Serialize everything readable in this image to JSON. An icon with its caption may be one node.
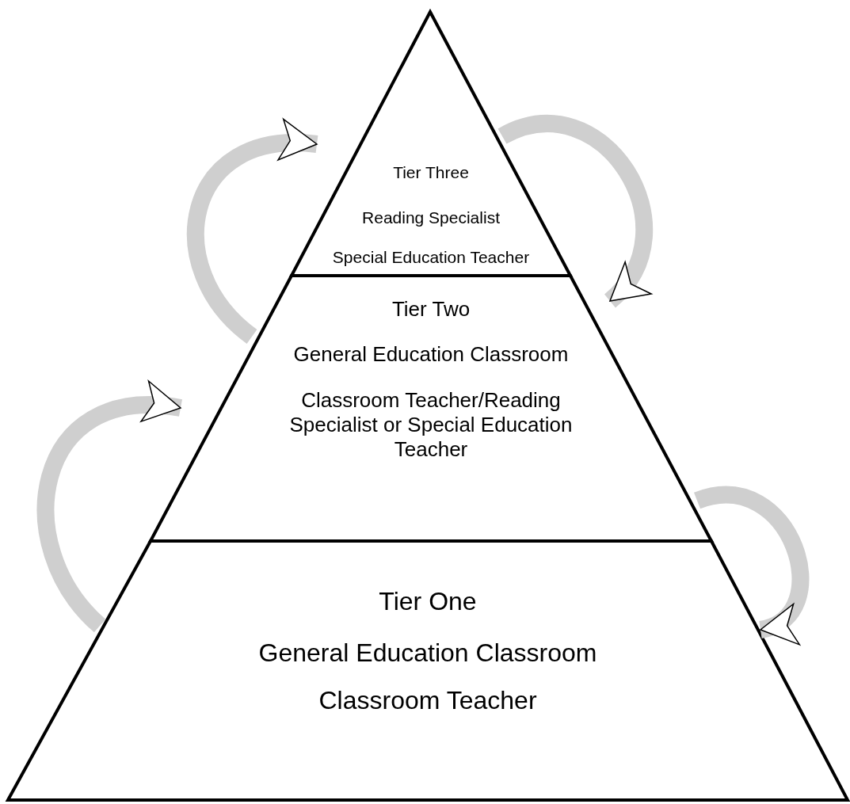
{
  "diagram": {
    "nodes": [
      {
        "text": [
          "Tier Three",
          "Reading Specialist",
          "Special Education Teacher"
        ]
      },
      {
        "text": [
          "Tier Two",
          "General Education Classroom",
          "Classroom Teacher/Reading Specialist or Special Education Teacher"
        ]
      },
      {
        "text": [
          "Tier One",
          "General Education Classroom",
          "Classroom Teacher"
        ]
      }
    ],
    "edges": [
      {
        "from": 1,
        "to": 0,
        "arrow": "to"
      },
      {
        "from": 2,
        "to": 1,
        "arrow": "to"
      },
      {
        "from": 0,
        "to": 1,
        "arrow": "to"
      },
      {
        "from": 1,
        "to": 2,
        "arrow": "to"
      }
    ]
  }
}
